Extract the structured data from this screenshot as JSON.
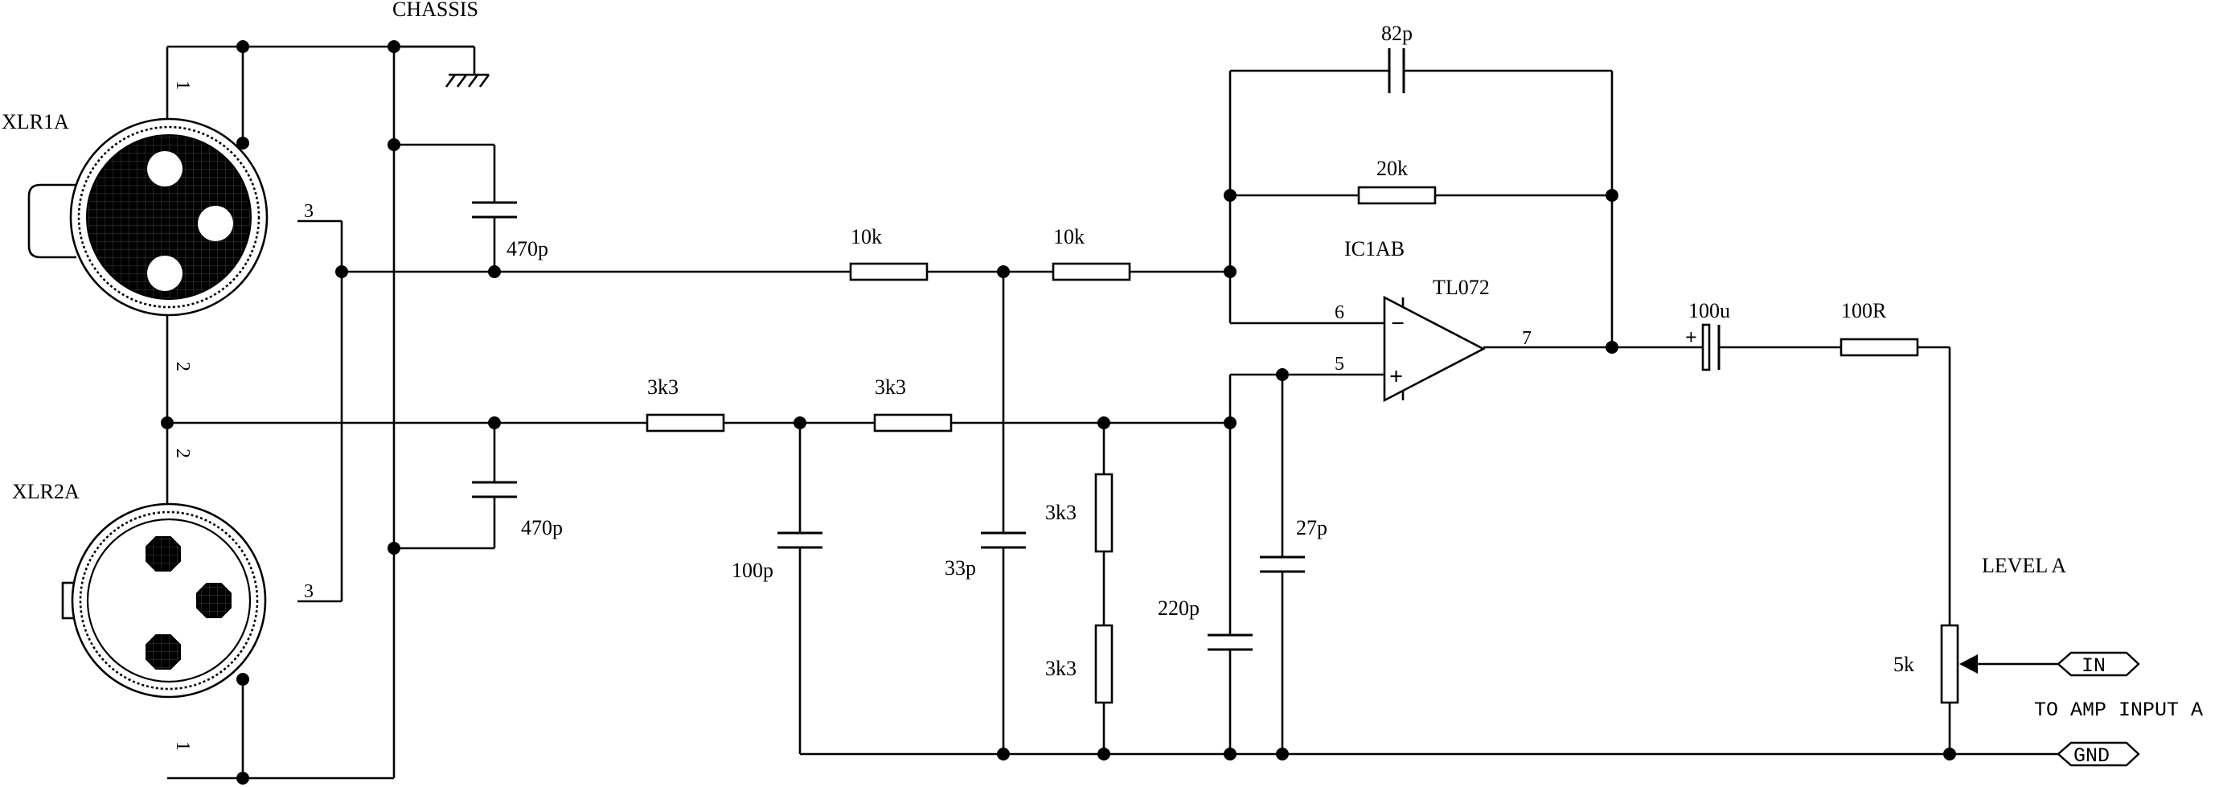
{
  "labels": {
    "chassis": "CHASSIS",
    "xlr1": "XLR1A",
    "xlr2": "XLR2A",
    "ic_ref": "IC1AB",
    "ic_type": "TL072",
    "level": "LEVEL A",
    "amp_input": "TO AMP INPUT A"
  },
  "pins": {
    "xlr1_pin1": "1",
    "xlr1_pin2": "2",
    "xlr1_pin3": "3",
    "xlr2_pin1": "1",
    "xlr2_pin2": "2",
    "xlr2_pin3": "3",
    "opamp_inv": "6",
    "opamp_noninv": "5",
    "opamp_out": "7"
  },
  "components": {
    "c_top_470p": "470p",
    "c_bot_470p": "470p",
    "r_top_10k_1": "10k",
    "r_top_10k_2": "10k",
    "r_bot_3k3_1": "3k3",
    "r_bot_3k3_2": "3k3",
    "r_v_3k3_1": "3k3",
    "r_v_3k3_2": "3k3",
    "c_100p": "100p",
    "c_33p": "33p",
    "c_220p": "220p",
    "c_27p": "27p",
    "c_82p": "82p",
    "r_20k": "20k",
    "c_100u": "100u",
    "r_100R": "100R",
    "pot_5k": "5k"
  },
  "signals": {
    "in": "IN",
    "gnd": "GND"
  },
  "symbols": {
    "minus": "−",
    "plus": "+",
    "polarity": "+"
  }
}
